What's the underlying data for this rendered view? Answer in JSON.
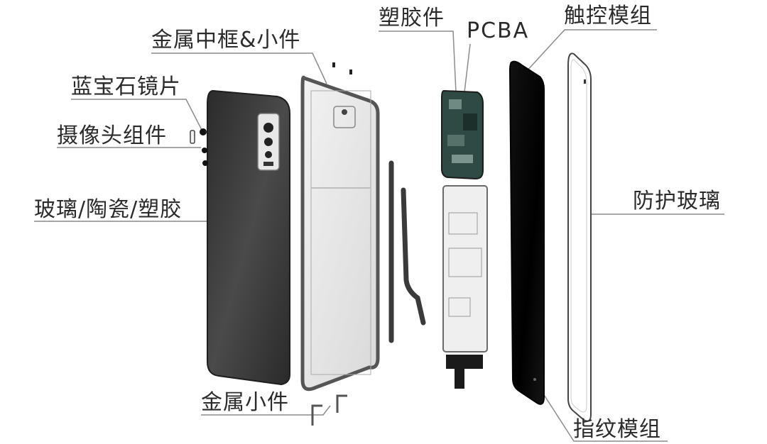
{
  "labels": {
    "metal_frame": "金属中框&小件",
    "sapphire_lens": "蓝宝石镜片",
    "camera_assembly": "摄像头组件",
    "back_cover": "玻璃/陶瓷/塑胶",
    "small_metal_parts": "金属小件",
    "plastic_parts": "塑胶件",
    "pcba": "PCBA",
    "touch_module": "触控模组",
    "protective_glass": "防护玻璃",
    "fingerprint_module": "指纹模组"
  },
  "colors": {
    "label_text": "#2b2b2b",
    "leader_line": "#8c8c8c",
    "back_cover": "#3a3a3a",
    "touch_panel": "#050505",
    "pcb": "#2f4a45",
    "frame": "#555555"
  }
}
